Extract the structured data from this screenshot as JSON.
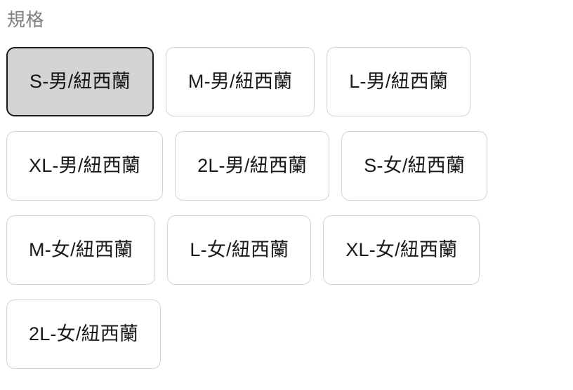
{
  "section": {
    "label": "規格"
  },
  "colors": {
    "label_text": "#808080",
    "chip_text": "#1a1a1a",
    "chip_border": "#d4d4d4",
    "chip_background": "#ffffff",
    "selected_background": "#d4d4d4",
    "selected_border": "#1a1a1a",
    "page_background": "#ffffff"
  },
  "options": [
    {
      "label": "S-男/紐西蘭",
      "selected": true
    },
    {
      "label": "M-男/紐西蘭",
      "selected": false
    },
    {
      "label": "L-男/紐西蘭",
      "selected": false
    },
    {
      "label": "XL-男/紐西蘭",
      "selected": false
    },
    {
      "label": "2L-男/紐西蘭",
      "selected": false
    },
    {
      "label": "S-女/紐西蘭",
      "selected": false
    },
    {
      "label": "M-女/紐西蘭",
      "selected": false
    },
    {
      "label": "L-女/紐西蘭",
      "selected": false
    },
    {
      "label": "XL-女/紐西蘭",
      "selected": false
    },
    {
      "label": "2L-女/紐西蘭",
      "selected": false
    }
  ]
}
